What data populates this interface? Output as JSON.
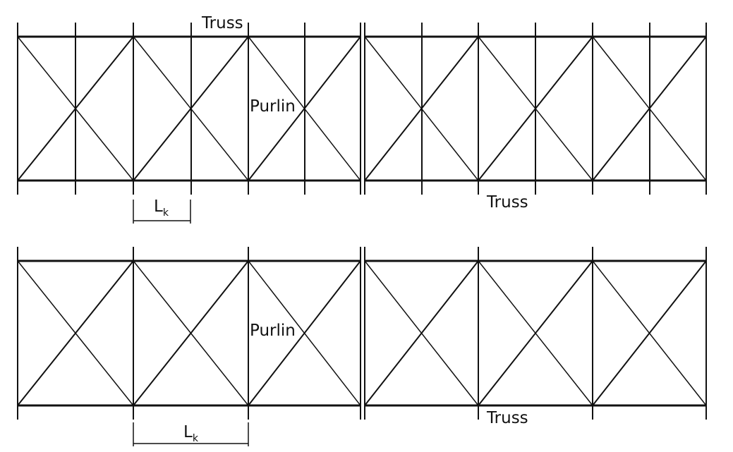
{
  "diagrams": [
    {
      "name": "purlin-at-midpoint",
      "truss_top_label": "Truss",
      "truss_bottom_label": "Truss",
      "purlin_label": "Purlin",
      "length_label": "L",
      "length_subscript": "k",
      "purlins_per_bay": 2
    },
    {
      "name": "purlin-at-bracing-node",
      "truss_bottom_label": "Truss",
      "purlin_label": "Purlin",
      "length_label": "L",
      "length_subscript": "k",
      "purlins_per_bay": 1
    }
  ],
  "colors": {
    "line": "#111111",
    "background": "#ffffff"
  }
}
